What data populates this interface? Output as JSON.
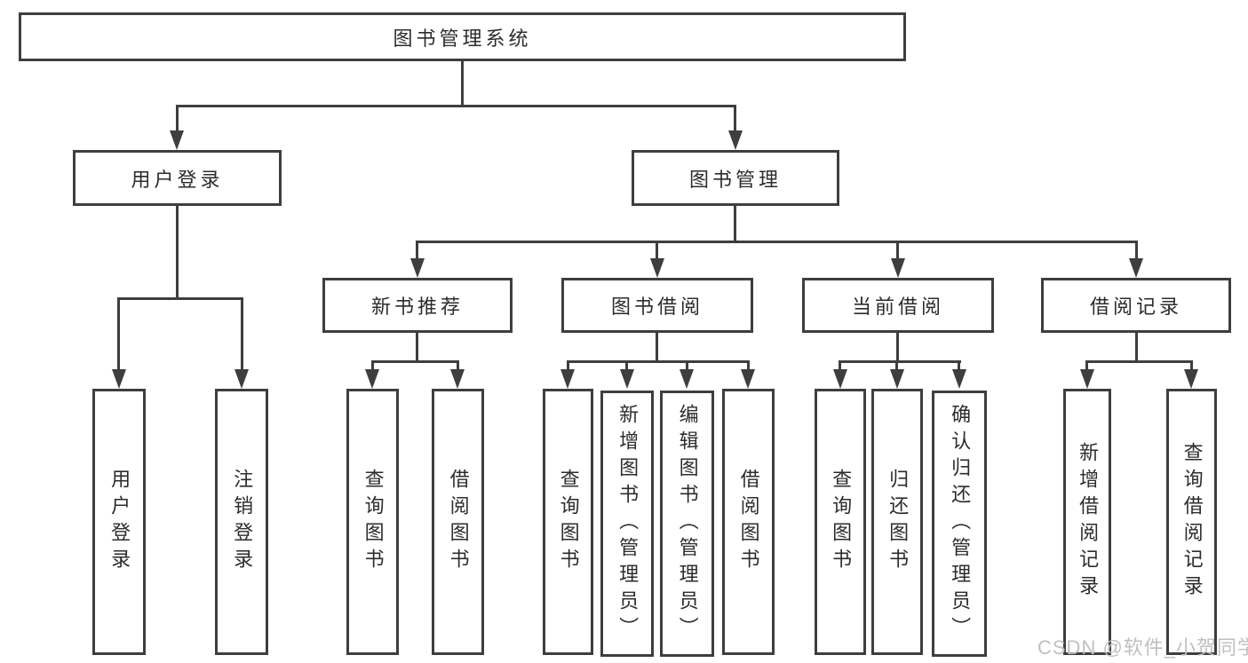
{
  "diagram": {
    "title": "图书管理系统",
    "colors": {
      "background": "#ffffff",
      "line": "#3e3e3e",
      "box_border": "#3e3e3e",
      "text": "#2c2c2c",
      "watermark": "#c0c0c0"
    },
    "nodes": {
      "root": "图书管理系统",
      "user_login": "用户登录",
      "book_management": "图书管理",
      "new_book_recommend": "新书推荐",
      "book_borrow": "图书借阅",
      "current_borrow": "当前借阅",
      "borrow_record": "借阅记录",
      "ul_user_login": "用户登录",
      "ul_logout": "注销登录",
      "nb_query_book": "查询图书",
      "nb_borrow_book": "借阅图书",
      "bb_query_book": "查询图书",
      "bb_add_book": "新增图书（管理员）",
      "bb_edit_book": "编辑图书（管理员）",
      "bb_borrow_book": "借阅图书",
      "cb_query_book": "查询图书",
      "cb_return_book": "归还图书",
      "cb_confirm_return": "确认归还（管理员）",
      "br_add_record": "新增借阅记录",
      "br_query_record": "查询借阅记录"
    },
    "tree": {
      "root": [
        "user_login",
        "book_management"
      ],
      "user_login": [
        "ul_user_login",
        "ul_logout"
      ],
      "book_management": [
        "new_book_recommend",
        "book_borrow",
        "current_borrow",
        "borrow_record"
      ],
      "new_book_recommend": [
        "nb_query_book",
        "nb_borrow_book"
      ],
      "book_borrow": [
        "bb_query_book",
        "bb_add_book",
        "bb_edit_book",
        "bb_borrow_book"
      ],
      "current_borrow": [
        "cb_query_book",
        "cb_return_book",
        "cb_confirm_return"
      ],
      "borrow_record": [
        "br_add_record",
        "br_query_record"
      ]
    },
    "watermark": "CSDN @软件_小贺同学"
  }
}
